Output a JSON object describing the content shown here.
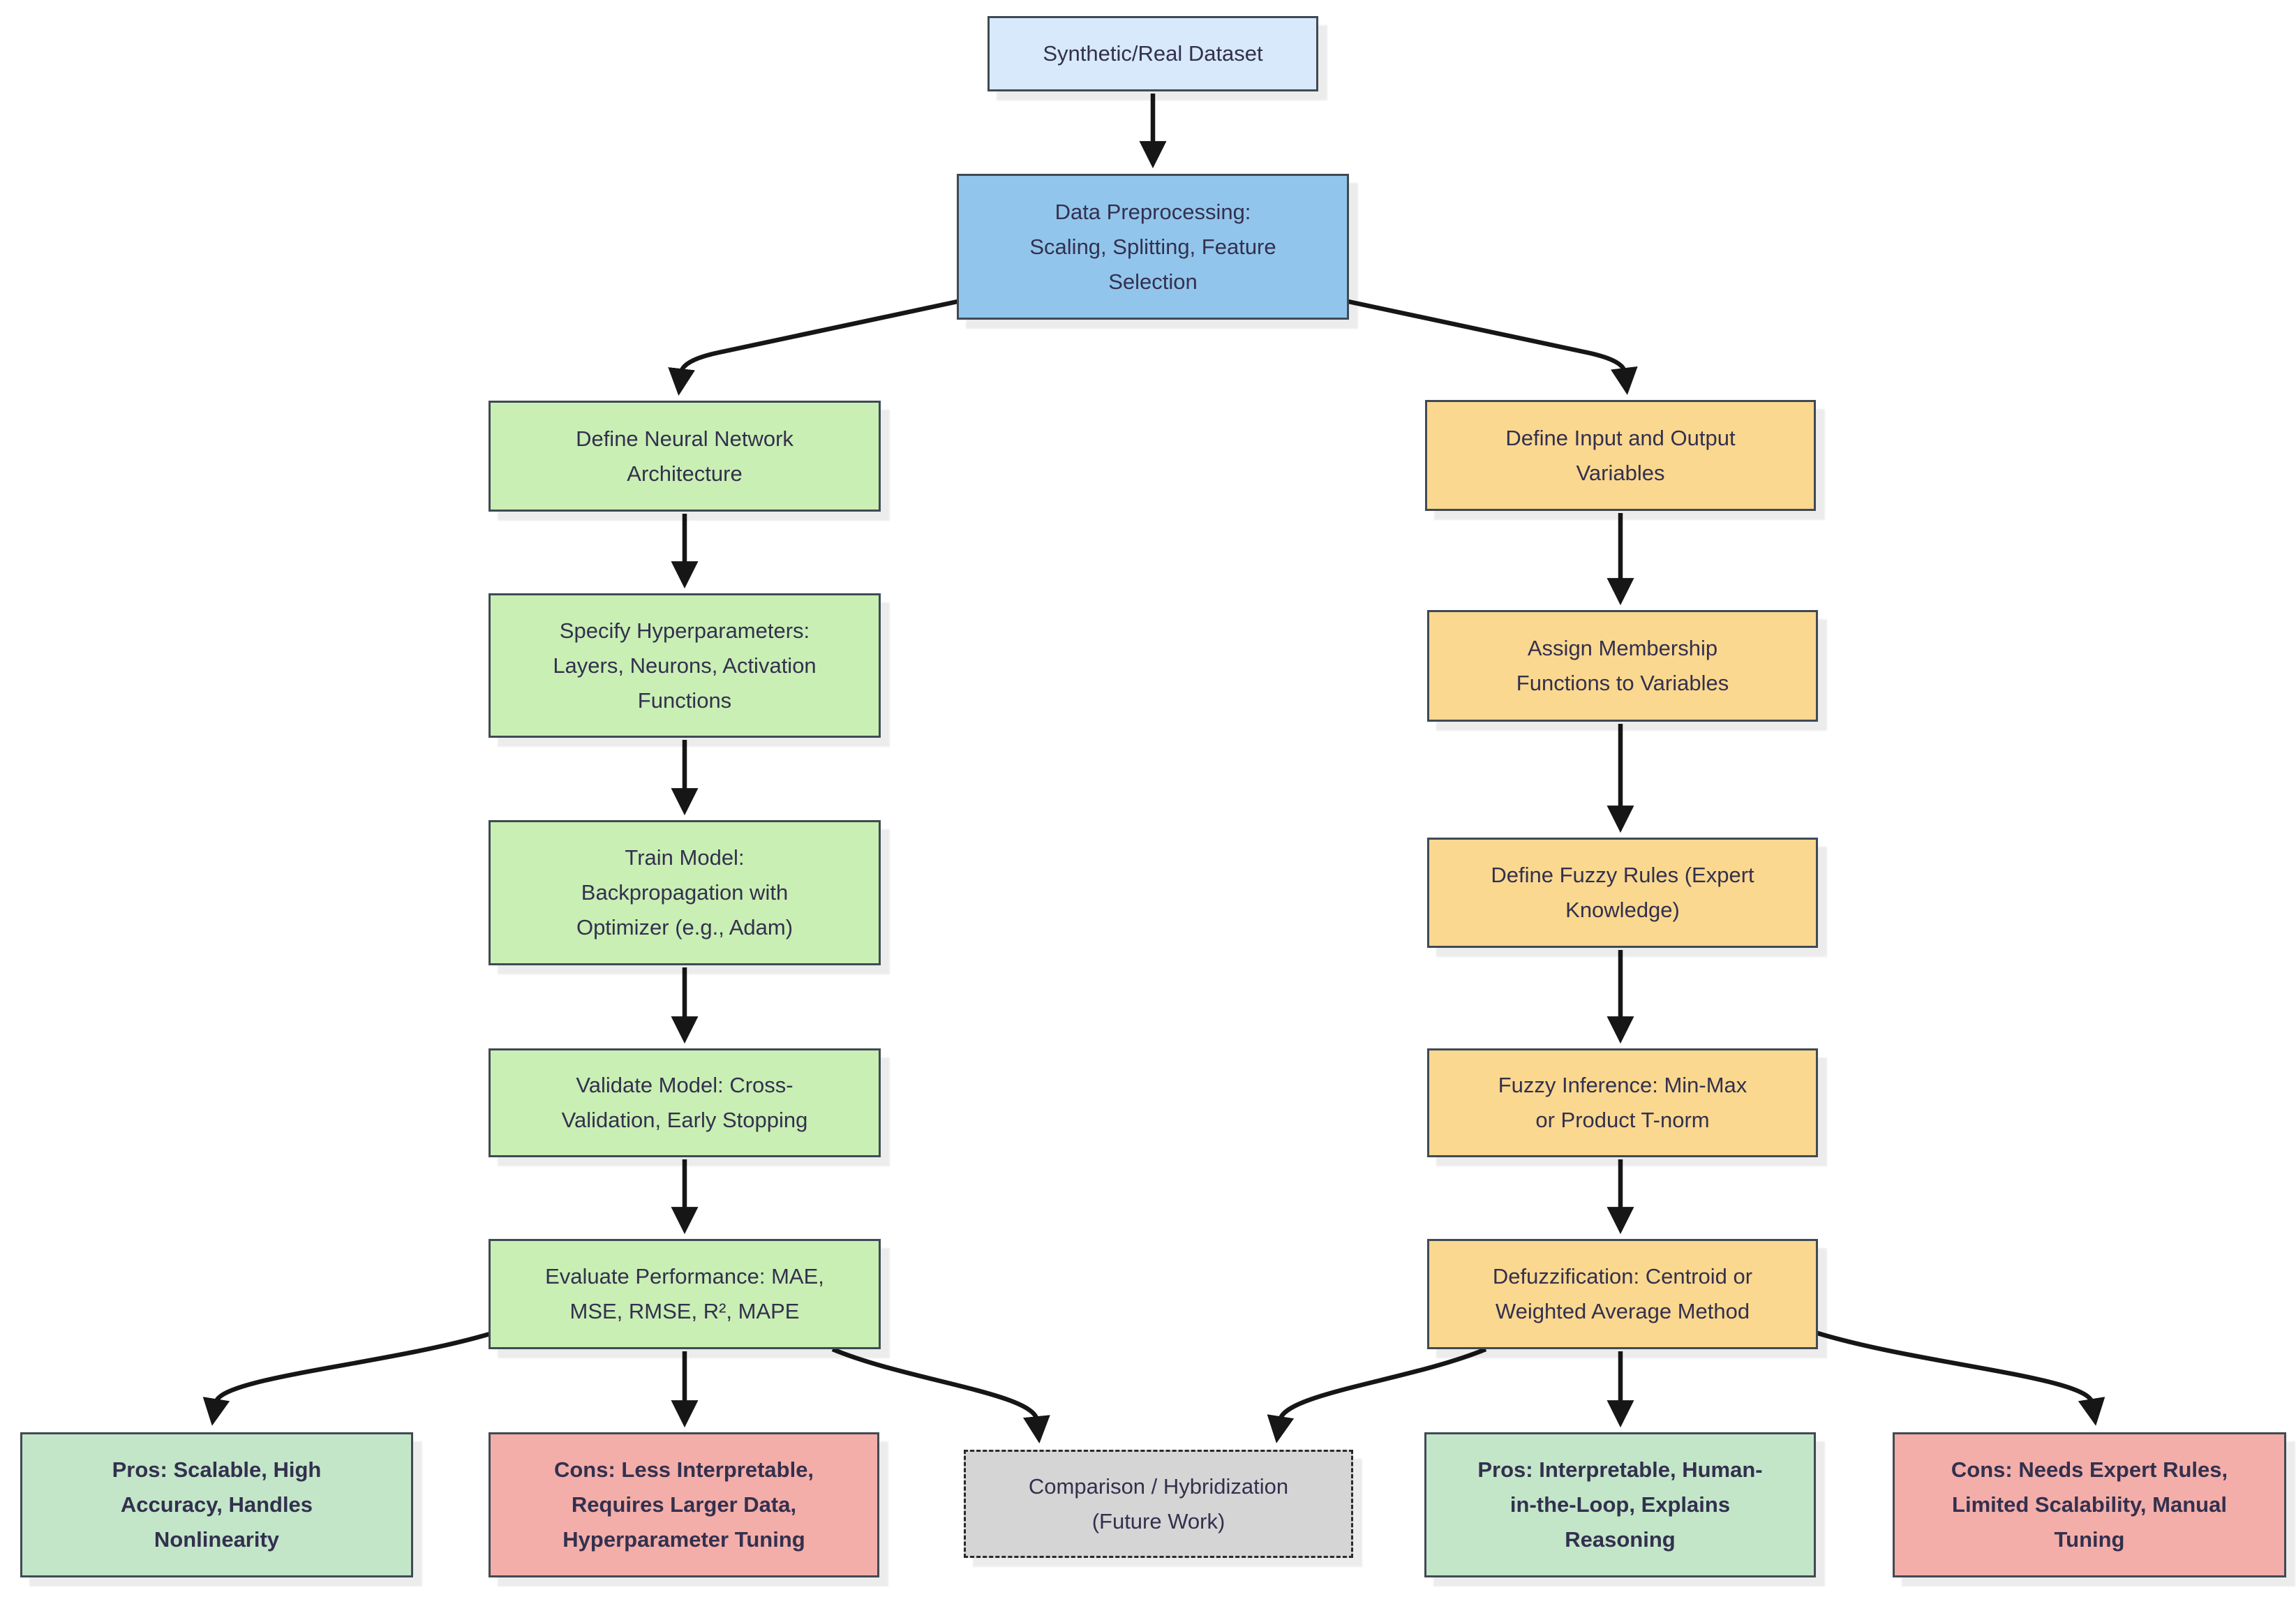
{
  "diagram": {
    "type": "flowchart",
    "direction": "top-down",
    "nodes": {
      "dataset": {
        "label": "Synthetic/Real Dataset",
        "role": "start",
        "fill": "#d7e9fb"
      },
      "preprocess": {
        "label": "Data Preprocessing:\nScaling, Splitting, Feature\nSelection",
        "role": "process",
        "fill": "#92c5ec"
      },
      "nn_arch": {
        "label": "Define Neural Network\nArchitecture",
        "role": "process",
        "fill": "#c9efb4"
      },
      "nn_hyper": {
        "label": "Specify Hyperparameters:\nLayers, Neurons, Activation\nFunctions",
        "role": "process",
        "fill": "#c9efb4"
      },
      "nn_train": {
        "label": "Train Model:\nBackpropagation with\nOptimizer (e.g., Adam)",
        "role": "process",
        "fill": "#c9efb4"
      },
      "nn_validate": {
        "label": "Validate Model: Cross-\nValidation, Early Stopping",
        "role": "process",
        "fill": "#c9efb4"
      },
      "nn_evaluate": {
        "label": "Evaluate Performance: MAE,\nMSE, RMSE, R², MAPE",
        "role": "process",
        "fill": "#c9efb4"
      },
      "fz_vars": {
        "label": "Define Input and Output\nVariables",
        "role": "process",
        "fill": "#fad88f"
      },
      "fz_member": {
        "label": "Assign Membership\nFunctions to Variables",
        "role": "process",
        "fill": "#fad88f"
      },
      "fz_rules": {
        "label": "Define Fuzzy Rules (Expert\nKnowledge)",
        "role": "process",
        "fill": "#fad88f"
      },
      "fz_inference": {
        "label": "Fuzzy Inference: Min-Max\nor Product T-norm",
        "role": "process",
        "fill": "#fad88f"
      },
      "fz_defuzz": {
        "label": "Defuzzification: Centroid or\nWeighted Average Method",
        "role": "process",
        "fill": "#fad88f"
      },
      "pros_nn": {
        "label": "Pros: Scalable, High\nAccuracy, Handles\nNonlinearity",
        "role": "result-pros",
        "fill": "#c3e6c9"
      },
      "cons_nn": {
        "label": "Cons: Less Interpretable,\nRequires Larger Data,\nHyperparameter Tuning",
        "role": "result-cons",
        "fill": "#f3aea9"
      },
      "compare": {
        "label": "Comparison / Hybridization\n(Future Work)",
        "role": "future-work",
        "fill": "#d5d5d5",
        "border_style": "dashed"
      },
      "pros_fz": {
        "label": "Pros: Interpretable, Human-\nin-the-Loop, Explains\nReasoning",
        "role": "result-pros",
        "fill": "#c3e6c9"
      },
      "cons_fz": {
        "label": "Cons: Needs Expert Rules,\nLimited Scalability, Manual\nTuning",
        "role": "result-cons",
        "fill": "#f3aea9"
      }
    },
    "edges": [
      {
        "from": "dataset",
        "to": "preprocess"
      },
      {
        "from": "preprocess",
        "to": "nn_arch"
      },
      {
        "from": "preprocess",
        "to": "fz_vars"
      },
      {
        "from": "nn_arch",
        "to": "nn_hyper"
      },
      {
        "from": "nn_hyper",
        "to": "nn_train"
      },
      {
        "from": "nn_train",
        "to": "nn_validate"
      },
      {
        "from": "nn_validate",
        "to": "nn_evaluate"
      },
      {
        "from": "nn_evaluate",
        "to": "pros_nn"
      },
      {
        "from": "nn_evaluate",
        "to": "cons_nn"
      },
      {
        "from": "nn_evaluate",
        "to": "compare"
      },
      {
        "from": "fz_vars",
        "to": "fz_member"
      },
      {
        "from": "fz_member",
        "to": "fz_rules"
      },
      {
        "from": "fz_rules",
        "to": "fz_inference"
      },
      {
        "from": "fz_inference",
        "to": "fz_defuzz"
      },
      {
        "from": "fz_defuzz",
        "to": "compare"
      },
      {
        "from": "fz_defuzz",
        "to": "pros_fz"
      },
      {
        "from": "fz_defuzz",
        "to": "cons_fz"
      }
    ],
    "colors": {
      "background": "#ffffff",
      "node_border": "#404a54",
      "text": "#33304e",
      "arrow": "#161616",
      "dataset_fill": "#d7e9fb",
      "preprocess_fill": "#92c5ec",
      "neural_branch_fill": "#c9efb4",
      "fuzzy_branch_fill": "#fad88f",
      "pros_fill": "#c3e6c9",
      "cons_fill": "#f3aea9",
      "compare_fill": "#d5d5d5"
    }
  }
}
